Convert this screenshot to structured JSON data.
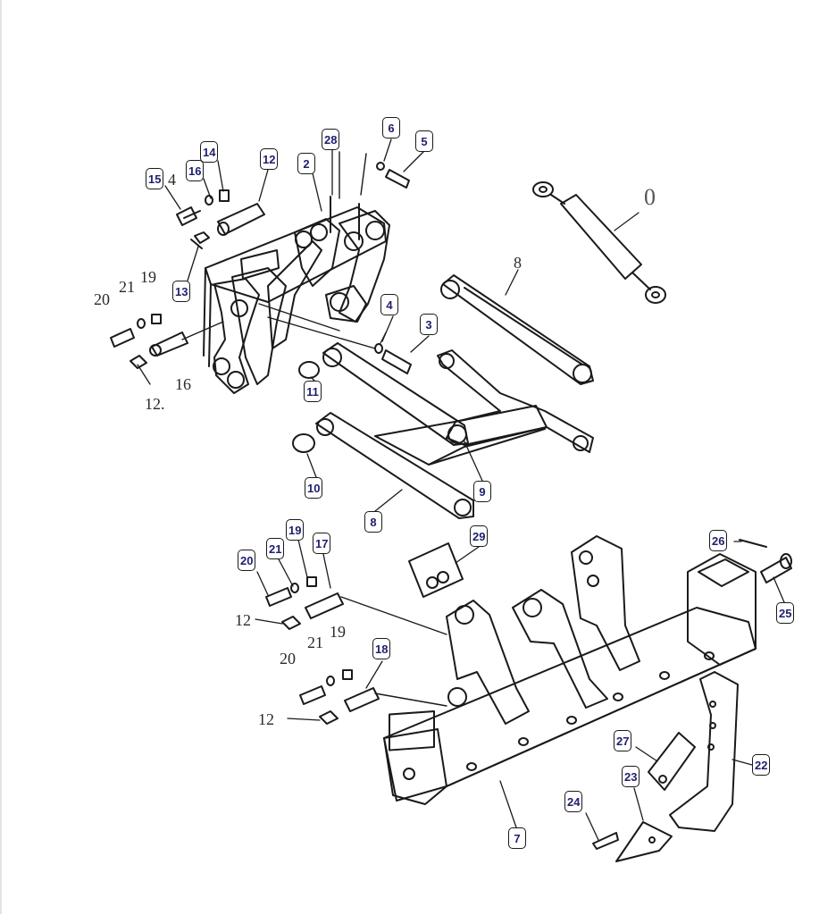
{
  "callouts": [
    {
      "id": "c15",
      "label": "15"
    },
    {
      "id": "c16a",
      "label": "16"
    },
    {
      "id": "c14",
      "label": "14"
    },
    {
      "id": "c12a",
      "label": "12"
    },
    {
      "id": "c2",
      "label": "2"
    },
    {
      "id": "c28",
      "label": "28"
    },
    {
      "id": "c6",
      "label": "6"
    },
    {
      "id": "c5",
      "label": "5"
    },
    {
      "id": "c13",
      "label": "13"
    },
    {
      "id": "c4",
      "label": "4"
    },
    {
      "id": "c3",
      "label": "3"
    },
    {
      "id": "c11",
      "label": "11"
    },
    {
      "id": "c10",
      "label": "10"
    },
    {
      "id": "c9",
      "label": "9"
    },
    {
      "id": "c8",
      "label": "8"
    },
    {
      "id": "c29",
      "label": "29"
    },
    {
      "id": "c19",
      "label": "19"
    },
    {
      "id": "c21",
      "label": "21"
    },
    {
      "id": "c20",
      "label": "20"
    },
    {
      "id": "c17",
      "label": "17"
    },
    {
      "id": "c18",
      "label": "18"
    },
    {
      "id": "c26",
      "label": "26"
    },
    {
      "id": "c25",
      "label": "25"
    },
    {
      "id": "c27",
      "label": "27"
    },
    {
      "id": "c23",
      "label": "23"
    },
    {
      "id": "c22",
      "label": "22"
    },
    {
      "id": "c24",
      "label": "24"
    },
    {
      "id": "c7",
      "label": "7"
    }
  ],
  "plain_labels": {
    "p4": "4",
    "p19a": "19",
    "p21a": "21",
    "p20a": "20",
    "p16": "16",
    "p12a": "12.",
    "p0": "0",
    "p8": "8",
    "p12b": "12",
    "p21b": "21",
    "p19b": "19",
    "p20b": "20",
    "p12c": "12"
  },
  "colors": {
    "ink": "#1a1a1a",
    "callout_text": "#1f1f6e",
    "faint": "#c8c8c8"
  }
}
